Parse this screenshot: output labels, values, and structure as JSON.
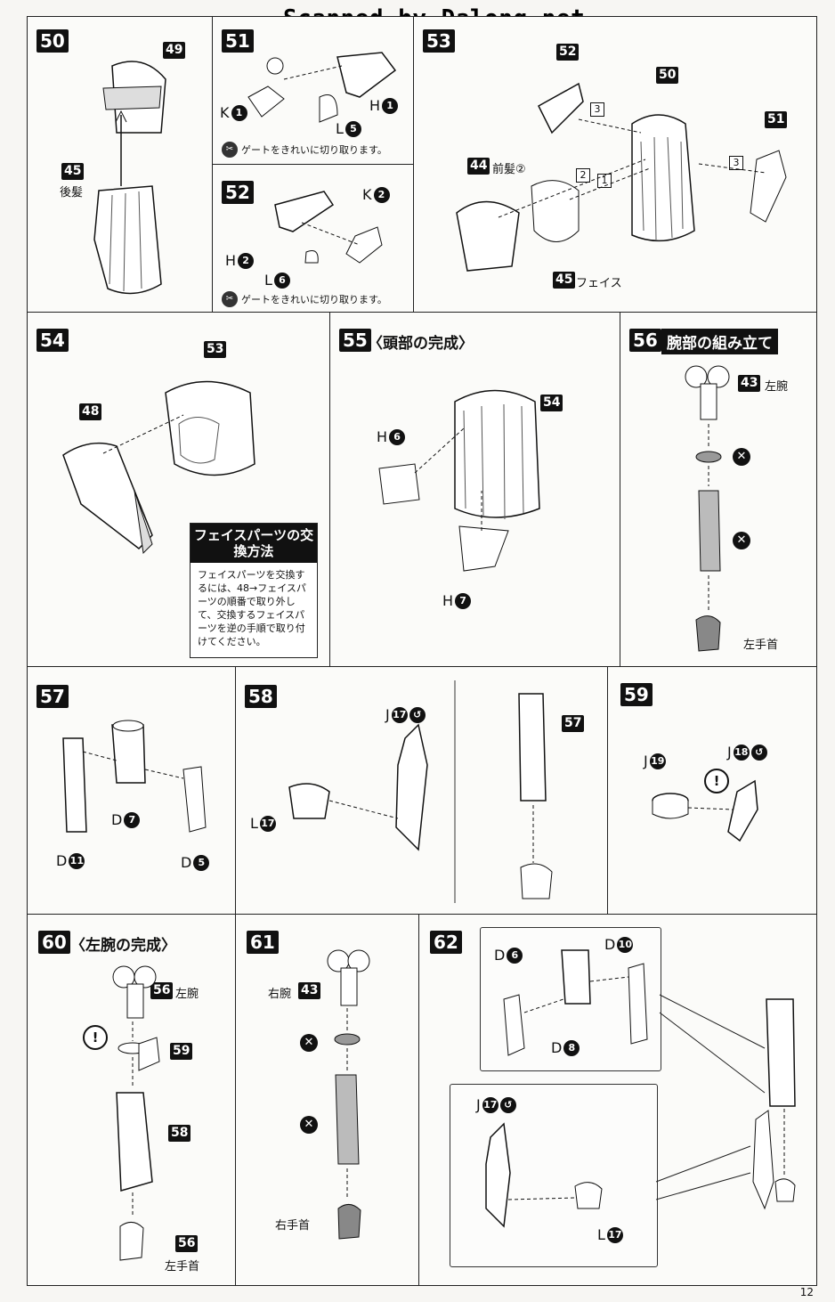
{
  "watermark": "Scanned by Dalong.net",
  "page_number": "12",
  "steps": {
    "s50": {
      "num": "50",
      "tags": {
        "a": "49",
        "b": "45"
      },
      "label_b": "後髪"
    },
    "s51": {
      "num": "51",
      "parts": {
        "k": "K",
        "k_n": "1",
        "l": "L",
        "l_n": "5",
        "h": "H",
        "h_n": "1"
      },
      "note": "ゲートをきれいに切り取ります。"
    },
    "s52": {
      "num": "52",
      "parts": {
        "k": "K",
        "k_n": "2",
        "h": "H",
        "h_n": "2",
        "l": "L",
        "l_n": "6"
      },
      "note": "ゲートをきれいに切り取ります。"
    },
    "s53": {
      "num": "53",
      "tags": {
        "a": "52",
        "b": "50",
        "c": "51",
        "d": "44",
        "e": "45"
      },
      "label_d": "前髪②",
      "label_e": "フェイス",
      "seq": [
        "3",
        "3",
        "2",
        "1"
      ]
    },
    "s54": {
      "num": "54",
      "tags": {
        "a": "53",
        "b": "48"
      },
      "info_title": "フェイスパーツの交換方法",
      "info_body": "フェイスパーツを交換するには、48→フェイスパーツの順番で取り外して、交換するフェイスパーツを逆の手順で取り付けてください。"
    },
    "s55": {
      "num": "55",
      "title": "〈頭部の完成〉",
      "tags": {
        "a": "54"
      },
      "parts": {
        "h1": "H",
        "h1_n": "6",
        "h2": "H",
        "h2_n": "7"
      }
    },
    "s56": {
      "num": "56",
      "title": "腕部の組み立て",
      "tags": {
        "a": "43"
      },
      "label_a": "左腕",
      "label_b": "左手首"
    },
    "s57": {
      "num": "57",
      "parts": {
        "d1": "D",
        "d1_n": "7",
        "d2": "D",
        "d2_n": "11",
        "d3": "D",
        "d3_n": "5"
      }
    },
    "s58": {
      "num": "58",
      "tags": {
        "a": "57"
      },
      "parts": {
        "j": "J",
        "j_n": "17",
        "l": "L",
        "l_n": "17"
      }
    },
    "s59": {
      "num": "59",
      "parts": {
        "j1": "J",
        "j1_n": "19",
        "j2": "J",
        "j2_n": "18"
      }
    },
    "s60": {
      "num": "60",
      "title": "〈左腕の完成〉",
      "tags": {
        "a": "56",
        "b": "59",
        "c": "58",
        "d": "56"
      },
      "label_a": "左腕",
      "label_d": "左手首"
    },
    "s61": {
      "num": "61",
      "tags": {
        "a": "43"
      },
      "label_a": "右腕",
      "label_b": "右手首"
    },
    "s62": {
      "num": "62",
      "parts": {
        "d1": "D",
        "d1_n": "6",
        "d2": "D",
        "d2_n": "10",
        "d3": "D",
        "d3_n": "8",
        "j": "J",
        "j_n": "17",
        "l": "L",
        "l_n": "17"
      }
    }
  }
}
